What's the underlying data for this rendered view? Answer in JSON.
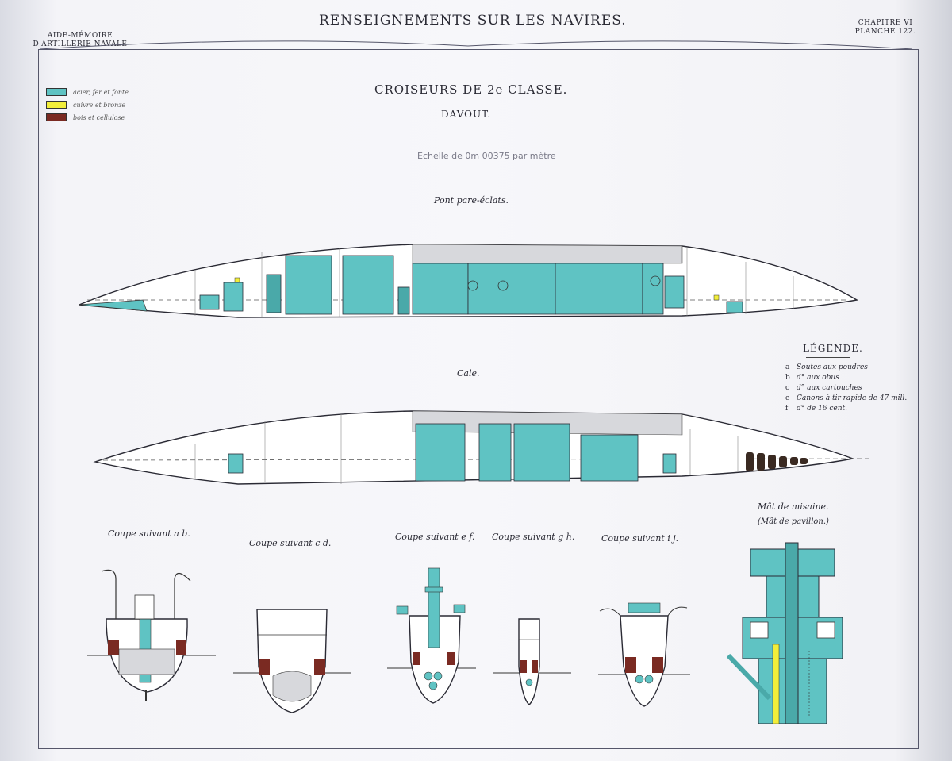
{
  "header": {
    "title": "RENSEIGNEMENTS SUR LES NAVIRES.",
    "aide_line1": "AIDE-MÉMOIRE",
    "aide_line2": "D'ARTILLERIE NAVALE",
    "chapter": "CHAPITRE VI",
    "plate": "PLANCHE 122."
  },
  "heading": {
    "ship_class": "CROISEURS DE 2e CLASSE.",
    "ship_name": "DAVOUT.",
    "scale": "Echelle de 0m 00375 par mètre"
  },
  "materials": [
    {
      "label": "acier, fer et fonte",
      "color": "#5fc3c3"
    },
    {
      "label": "cuivre et bronze",
      "color": "#f2ee3a"
    },
    {
      "label": "bois et cellulose",
      "color": "#7a2a22"
    }
  ],
  "views": {
    "deck": "Pont pare-éclats.",
    "hold": "Cale."
  },
  "legend": {
    "title": "LÉGENDE.",
    "items": [
      {
        "key": "a",
        "text": "Soutes aux poudres"
      },
      {
        "key": "b",
        "text": "d° aux obus"
      },
      {
        "key": "c",
        "text": "d° aux cartouches"
      },
      {
        "key": "e",
        "text": "Canons à tir rapide de 47 mill."
      },
      {
        "key": "f",
        "text": "d° de 16 cent."
      }
    ]
  },
  "sections": [
    "Coupe suivant a b.",
    "Coupe suivant c d.",
    "Coupe suivant e f.",
    "Coupe suivant g h.",
    "Coupe suivant i j."
  ],
  "mast": {
    "title": "Mât de misaine.",
    "subtitle": "(Mât de pavillon.)"
  },
  "colors": {
    "steel": "#5fc3c3",
    "brass": "#f2ee3a",
    "wood": "#7a2a22",
    "ink": "#2a2a34"
  }
}
